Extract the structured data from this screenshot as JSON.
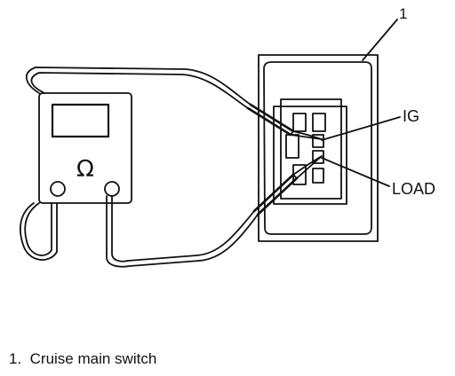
{
  "callouts": {
    "part_number": "1",
    "ig_terminal": "IG",
    "load_terminal": "LOAD"
  },
  "meter": {
    "symbol": "Ω",
    "icon": "ohmmeter-icon"
  },
  "legend": [
    {
      "number": "1.",
      "text": "Cruise main switch"
    }
  ]
}
